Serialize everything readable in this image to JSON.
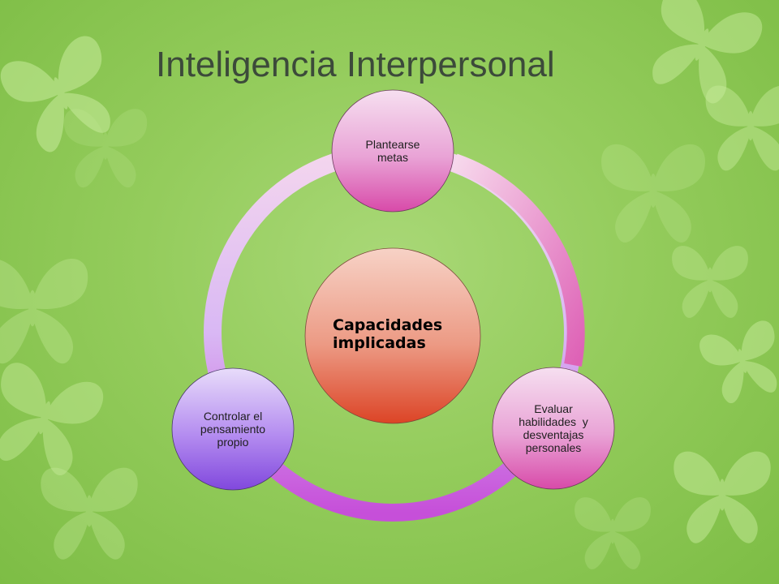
{
  "title": "Inteligencia Interpersonal",
  "center": {
    "line1": "Capacidades",
    "line2": "implicadas"
  },
  "nodes": {
    "top": {
      "line1": "Plantearse",
      "line2": "metas"
    },
    "right": {
      "line1": "Evaluar",
      "line2": "habilidades  y",
      "line3": "desventajas",
      "line4": "personales"
    },
    "left": {
      "line1": "Controlar el",
      "line2": "pensamiento",
      "line3": "propio"
    }
  },
  "colors": {
    "background": "#94cc5c",
    "title": "#3c4a3a",
    "pink_node": "#d94aa9",
    "purple_node": "#8b4fe0",
    "center_node": "#e65a3a"
  },
  "decorations": {
    "background_icon": "butterfly-icon"
  }
}
